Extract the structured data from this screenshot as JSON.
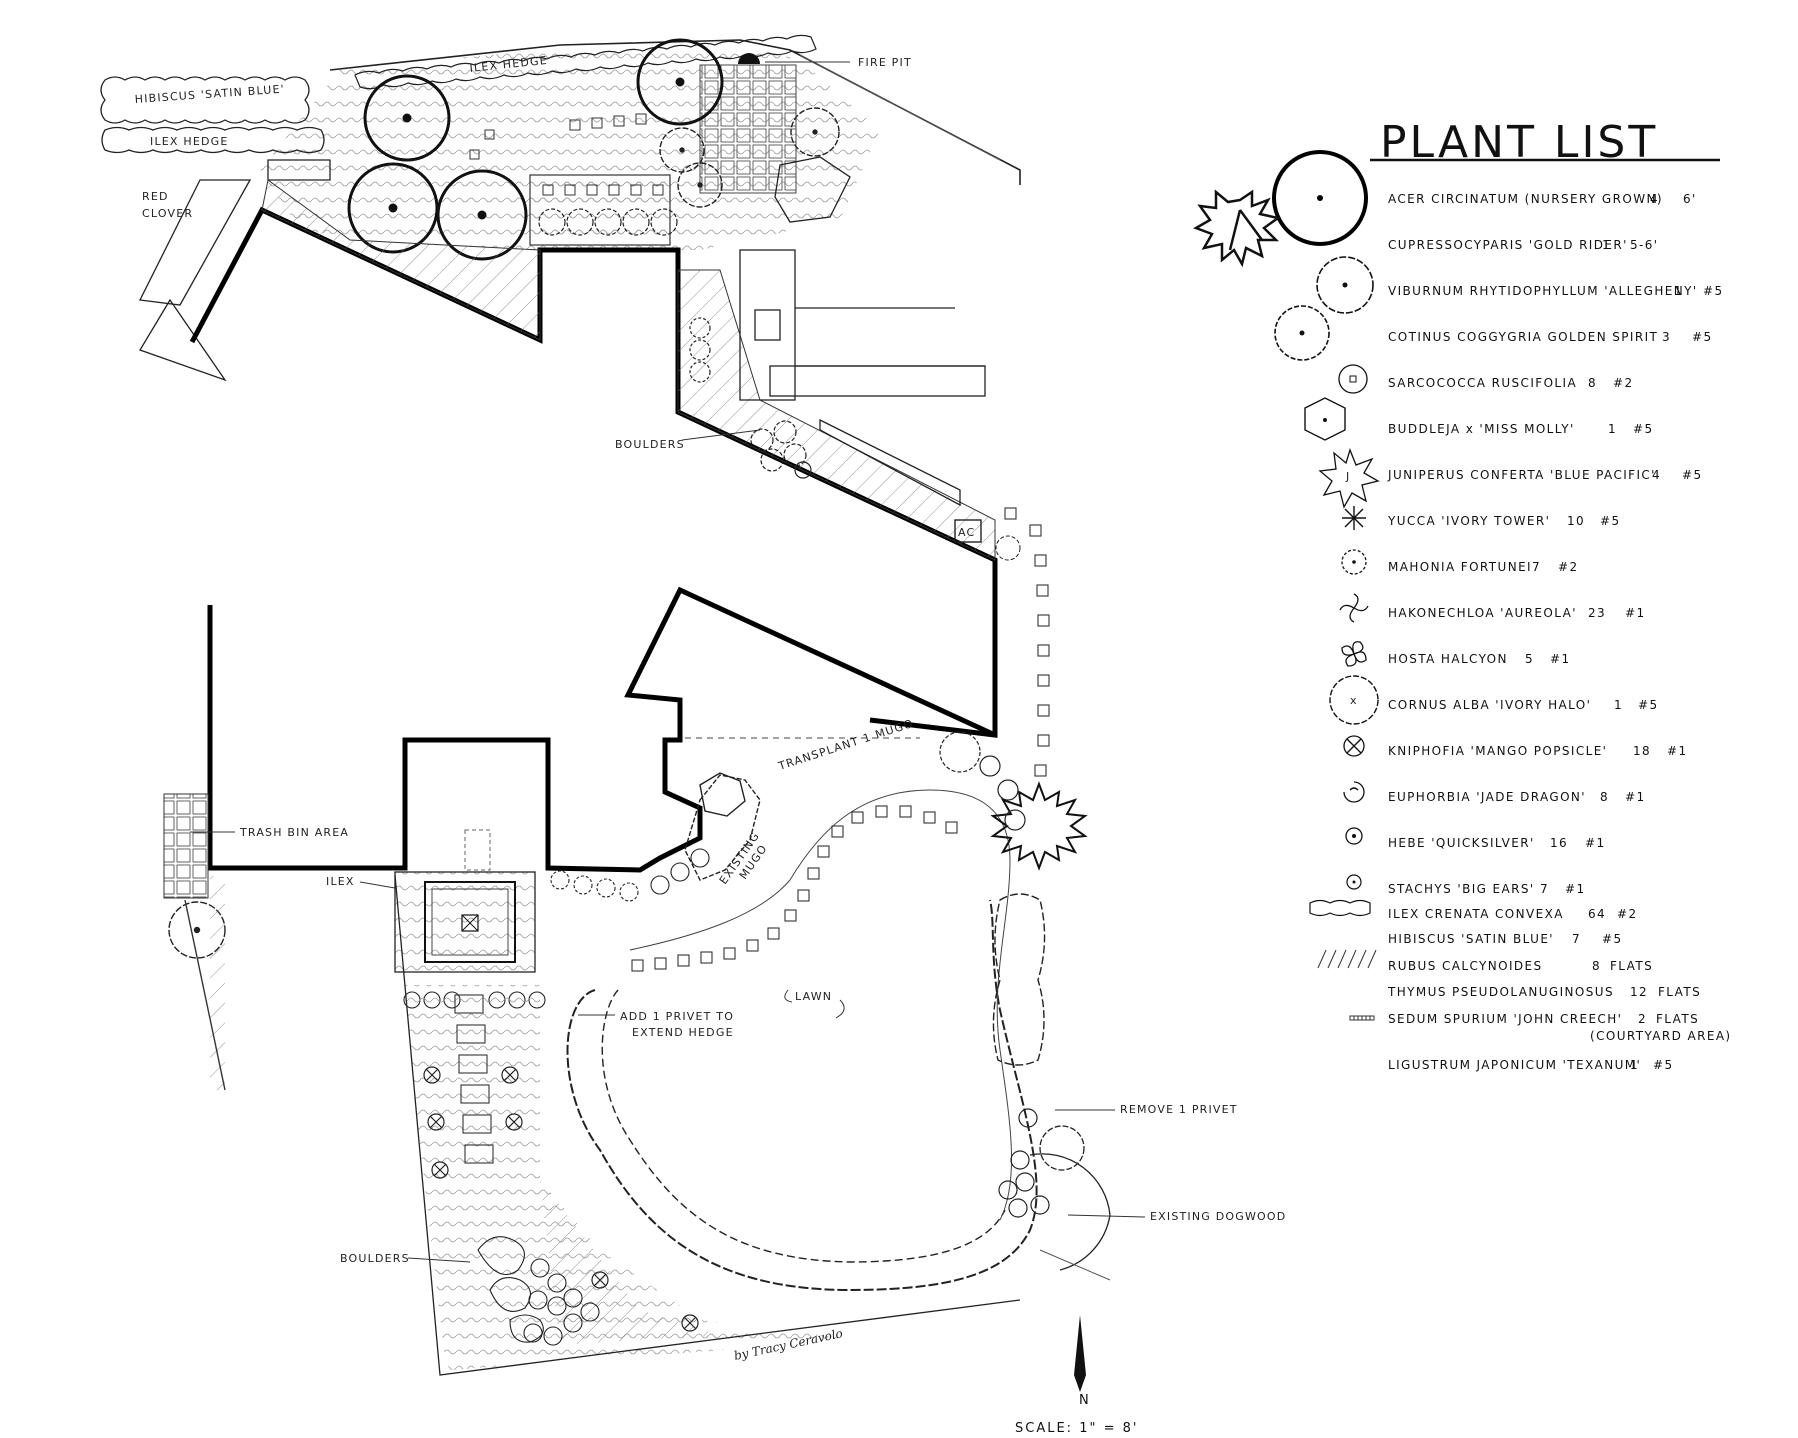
{
  "plan_list": {
    "title": "PLANT LIST",
    "items": [
      {
        "name": "ACER CIRCINATUM (NURSERY GROWN)",
        "qty": "4",
        "size": "6'",
        "symbol": "large-tree-circle-icon"
      },
      {
        "name": "CUPRESSOCYPARIS 'GOLD RIDER'",
        "qty": "1",
        "size": "5-6'",
        "symbol": "spiky-conifer-icon"
      },
      {
        "name": "VIBURNUM RHYTIDOPHYLLUM 'ALLEGHENY'",
        "qty": "1",
        "size": "#5",
        "symbol": "scalloped-shrub-icon"
      },
      {
        "name": "COTINUS COGGYGRIA GOLDEN SPIRIT",
        "qty": "3",
        "size": "#5",
        "symbol": "cloud-shrub-icon"
      },
      {
        "name": "SARCOCOCCA RUSCIFOLIA",
        "qty": "8",
        "size": "#2",
        "symbol": "small-circle-square-icon"
      },
      {
        "name": "BUDDLEJA x 'MISS MOLLY'",
        "qty": "1",
        "size": "#5",
        "symbol": "hexagon-shrub-icon"
      },
      {
        "name": "JUNIPERUS CONFERTA 'BLUE PACIFIC'",
        "qty": "4",
        "size": "#5",
        "symbol": "juniper-star-icon"
      },
      {
        "name": "YUCCA 'IVORY TOWER'",
        "qty": "10",
        "size": "#5",
        "symbol": "yucca-asterisk-icon"
      },
      {
        "name": "MAHONIA FORTUNEI",
        "qty": "7",
        "size": "#2",
        "symbol": "mahonia-circle-icon"
      },
      {
        "name": "HAKONECHLOA 'AUREOLA'",
        "qty": "23",
        "size": "#1",
        "symbol": "grass-swirl-icon"
      },
      {
        "name": "HOSTA HALCYON",
        "qty": "5",
        "size": "#1",
        "symbol": "hosta-flower-icon"
      },
      {
        "name": "CORNUS ALBA 'IVORY HALO'",
        "qty": "1",
        "size": "#5",
        "symbol": "cornus-x-circle-icon"
      },
      {
        "name": "KNIPHOFIA 'MANGO POPSICLE'",
        "qty": "18",
        "size": "#1",
        "symbol": "kniphofia-x-circle-icon"
      },
      {
        "name": "EUPHORBIA 'JADE DRAGON'",
        "qty": "8",
        "size": "#1",
        "symbol": "euphorbia-swirl-icon"
      },
      {
        "name": "HEBE 'QUICKSILVER'",
        "qty": "16",
        "size": "#1",
        "symbol": "hebe-dot-circle-icon"
      },
      {
        "name": "STACHYS 'BIG EARS'",
        "qty": "7",
        "size": "#1",
        "symbol": "stachys-dot-icon"
      },
      {
        "name": "ILEX CRENATA CONVEXA",
        "qty": "64",
        "size": "#2",
        "symbol": "hedge-strip-icon"
      },
      {
        "name": "HIBISCUS 'SATIN BLUE'",
        "qty": "7",
        "size": "#5",
        "symbol": ""
      },
      {
        "name": "RUBUS CALCYNOIDES",
        "qty": "8",
        "size": "FLATS",
        "symbol": "diagonal-hatch-icon"
      },
      {
        "name": "THYMUS PSEUDOLANUGINOSUS",
        "qty": "12",
        "size": "FLATS",
        "symbol": ""
      },
      {
        "name": "SEDUM SPURIUM 'JOHN CREECH'",
        "qty": "2",
        "size": "FLATS",
        "symbol": "tick-strip-icon",
        "note": "(COURTYARD AREA)"
      },
      {
        "name": "LIGUSTRUM JAPONICUM 'TEXANUM'",
        "qty": "1",
        "size": "#5",
        "symbol": ""
      }
    ]
  },
  "labels": {
    "fire_pit": "FIRE PIT",
    "ilex_hedge_top": "ILEX HEDGE",
    "hibiscus": "HIBISCUS 'SATIN BLUE'",
    "ilex_hedge_left": "ILEX HEDGE",
    "red_clover_1": "RED",
    "red_clover_2": "CLOVER",
    "boulders_top": "BOULDERS",
    "ac": "AC",
    "transplant": "TRANSPLANT 1 MUGO",
    "existing_mugo_1": "EXISTING",
    "existing_mugo_2": "MUGO",
    "trash_bin": "TRASH BIN AREA",
    "ilex": "ILEX",
    "add_privet_1": "ADD 1 PRIVET TO",
    "add_privet_2": "EXTEND HEDGE",
    "lawn": "LAWN",
    "remove_privet": "REMOVE 1 PRIVET",
    "existing_dogwood": "EXISTING DOGWOOD",
    "boulders_bottom": "BOULDERS",
    "signature": "by Tracy Ceravolo",
    "north": "N",
    "scale": "SCALE: 1\" = 8'"
  }
}
